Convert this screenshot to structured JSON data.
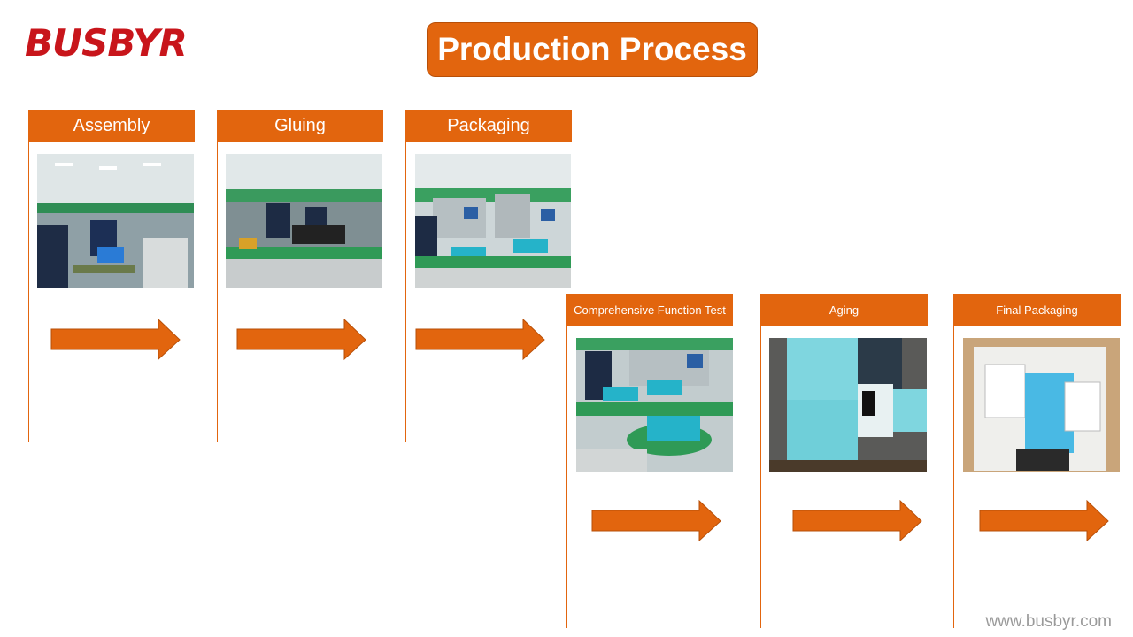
{
  "brand": {
    "logo_text": "BUSBYR",
    "logo_color": "#c8151b",
    "accent_color": "#e2650e"
  },
  "title": "Production Process",
  "steps": [
    {
      "label": "Assembly",
      "photo": "factory-assembly-line-photo"
    },
    {
      "label": "Gluing",
      "photo": "gluing-station-photo"
    },
    {
      "label": "Packaging",
      "photo": "packaging-line-photo"
    },
    {
      "label": "Comprehensive Function Test",
      "photo": "function-test-photo"
    },
    {
      "label": "Aging",
      "photo": "aging-rack-photo"
    },
    {
      "label": "Final Packaging",
      "photo": "boxed-product-photo"
    }
  ],
  "footer": {
    "website": "www.busbyr.com"
  }
}
